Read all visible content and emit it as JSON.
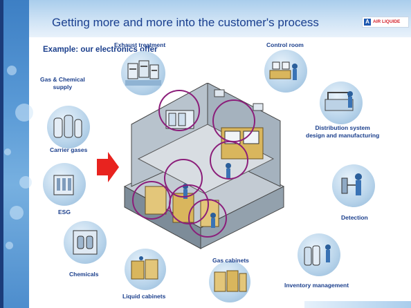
{
  "slide": {
    "title": "Getting more and more into the customer's process",
    "subtitle": "Example: our electronics offer",
    "logo_text": "AIR LIQUIDE"
  },
  "labels": {
    "exhaust_treatment": "Exhaust treatment",
    "control_room": "Control room",
    "gas_chemical_supply": "Gas & Chemical\nsupply",
    "carrier_gases": "Carrier gases",
    "distribution_system": "Distribution system\ndesign and manufacturing",
    "esg": "ESG",
    "detection": "Detection",
    "chemicals": "Chemicals",
    "gas_cabinets": "Gas cabinets",
    "inventory_management": "Inventory management",
    "liquid_cabinets": "Liquid cabinets"
  },
  "colors": {
    "accent": "#1b3f8c",
    "ring": "#8b1e7a",
    "arrow": "#e8231f",
    "sidebar": "#5a9ad6"
  },
  "icons": [
    "arrow-right-icon",
    "air-liquide-logo-icon"
  ]
}
